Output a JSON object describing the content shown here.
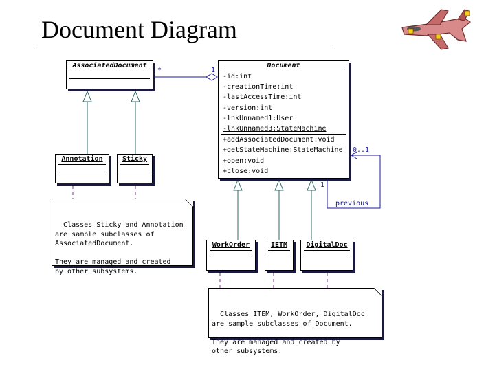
{
  "slide": {
    "title": "Document Diagram"
  },
  "classes": {
    "associated_document": {
      "name": "AssociatedDocument"
    },
    "document": {
      "name": "Document",
      "attributes": [
        "-id:int",
        "-creationTime:int",
        "-lastAccessTime:int",
        "-version:int",
        "-lnkUnnamed1:User",
        "-lnkUnnamed3:StateMachine"
      ],
      "operations": [
        "+addAssociatedDocument:void",
        "+getStateMachine:StateMachine",
        "+open:void",
        "+close:void"
      ]
    },
    "annotation": {
      "name": "Annotation"
    },
    "sticky": {
      "name": "Sticky"
    },
    "work_order": {
      "name": "WorkOrder"
    },
    "ietm": {
      "name": "IETM"
    },
    "digital_doc": {
      "name": "DigitalDoc"
    }
  },
  "labels": {
    "assoc_many": "*",
    "assoc_one": "1",
    "self_upper": "0..1",
    "self_lower": "1",
    "self_role": "previous"
  },
  "notes": {
    "left": "Classes Sticky and Annotation\nare sample subclasses of\nAssociatedDocument.\n\nThey are managed and created\nby other subsystems.",
    "right": "Classes ITEM, WorkOrder, DigitalDoc\nare sample subclasses of Document.\n\nThey are managed and created by\nother subsystems."
  },
  "colors": {
    "title_rule": "#cc3333",
    "generalization": "#2e6b6b",
    "association": "#1a1a9c",
    "note_link": "#7a3a8c"
  }
}
